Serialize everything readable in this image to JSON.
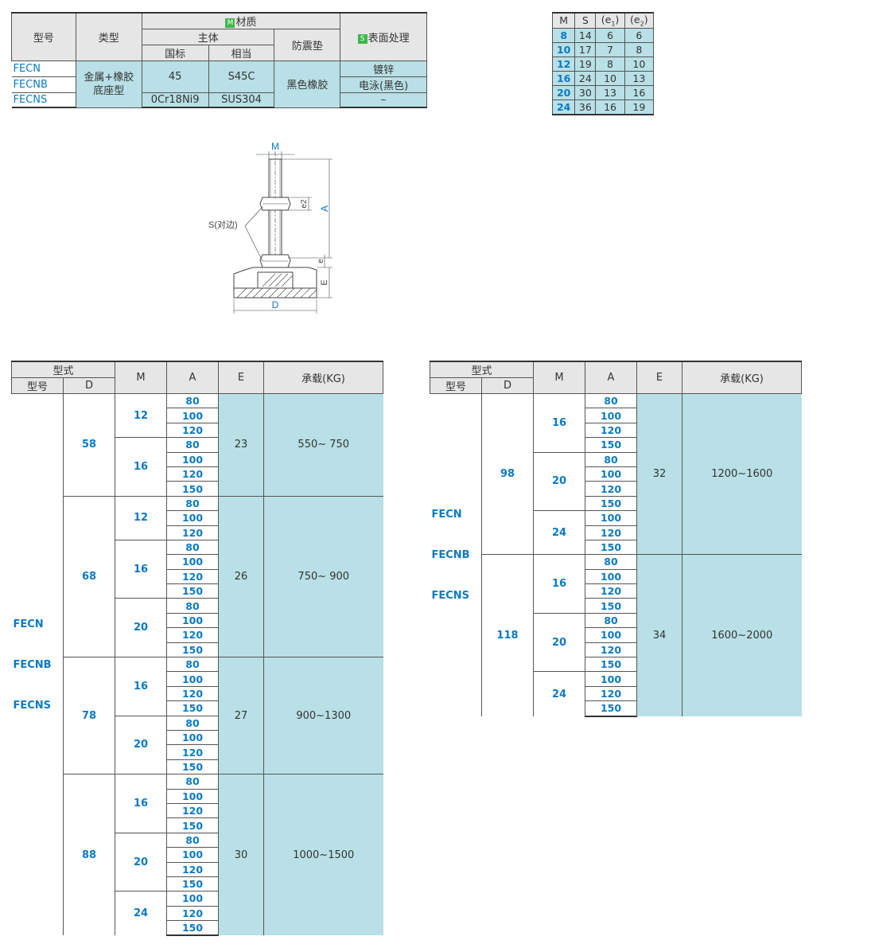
{
  "material_table": {
    "headers": {
      "model": "型号",
      "type": "类型",
      "material": "材质",
      "material_badge": "M",
      "main_body": "主体",
      "national_std": "国标",
      "equivalent": "相当",
      "pad": "防震垫",
      "surface_badge": "S",
      "surface": "表面处理"
    },
    "rows": [
      {
        "model": "FECN",
        "national": "45",
        "equivalent": "S45C",
        "surface": "镀锌"
      },
      {
        "model": "FECNB",
        "surface": "电泳(黑色)"
      },
      {
        "model": "FECNS",
        "national": "0Cr18Ni9",
        "equivalent": "SUS304",
        "surface": "–"
      }
    ],
    "type_line1": "金属+橡胶",
    "type_line2": "底座型",
    "pad_value": "黑色橡胶"
  },
  "ms_table": {
    "headers": [
      "M",
      "S",
      "(e1)",
      "(e2)"
    ],
    "rows": [
      [
        "8",
        "14",
        "6",
        "6"
      ],
      [
        "10",
        "17",
        "7",
        "8"
      ],
      [
        "12",
        "19",
        "8",
        "10"
      ],
      [
        "16",
        "24",
        "10",
        "13"
      ],
      [
        "20",
        "30",
        "13",
        "16"
      ],
      [
        "24",
        "36",
        "16",
        "19"
      ]
    ]
  },
  "drawing_labels": {
    "M": "M",
    "A": "A",
    "e2": "e2",
    "e": "e",
    "E": "E",
    "D": "D",
    "S": "S(对边)"
  },
  "spec_headers": {
    "type": "型式",
    "model": "型号",
    "D": "D",
    "M": "M",
    "A": "A",
    "E": "E",
    "load": "承载(KG)"
  },
  "spec_models": [
    "FECN",
    "FECNB",
    "FECNS"
  ],
  "spec_table_1": [
    {
      "D": "58",
      "E": "23",
      "load": "550~ 750",
      "groups": [
        {
          "M": "12",
          "A": [
            "80",
            "100",
            "120"
          ]
        },
        {
          "M": "16",
          "A": [
            "80",
            "100",
            "120",
            "150"
          ]
        }
      ]
    },
    {
      "D": "68",
      "E": "26",
      "load": "750~ 900",
      "groups": [
        {
          "M": "12",
          "A": [
            "80",
            "100",
            "120"
          ]
        },
        {
          "M": "16",
          "A": [
            "80",
            "100",
            "120",
            "150"
          ]
        },
        {
          "M": "20",
          "A": [
            "80",
            "100",
            "120",
            "150"
          ]
        }
      ]
    },
    {
      "D": "78",
      "E": "27",
      "load": "900~1300",
      "groups": [
        {
          "M": "16",
          "A": [
            "80",
            "100",
            "120",
            "150"
          ]
        },
        {
          "M": "20",
          "A": [
            "80",
            "100",
            "120",
            "150"
          ]
        }
      ]
    },
    {
      "D": "88",
      "E": "30",
      "load": "1000~1500",
      "groups": [
        {
          "M": "16",
          "A": [
            "80",
            "100",
            "120",
            "150"
          ]
        },
        {
          "M": "20",
          "A": [
            "80",
            "100",
            "120",
            "150"
          ]
        },
        {
          "M": "24",
          "A": [
            "100",
            "120",
            "150"
          ]
        }
      ]
    }
  ],
  "spec_table_2": [
    {
      "D": "98",
      "E": "32",
      "load": "1200~1600",
      "groups": [
        {
          "M": "16",
          "A": [
            "80",
            "100",
            "120",
            "150"
          ]
        },
        {
          "M": "20",
          "A": [
            "80",
            "100",
            "120",
            "150"
          ]
        },
        {
          "M": "24",
          "A": [
            "100",
            "120",
            "150"
          ]
        }
      ]
    },
    {
      "D": "118",
      "E": "34",
      "load": "1600~2000",
      "groups": [
        {
          "M": "16",
          "A": [
            "80",
            "100",
            "120",
            "150"
          ]
        },
        {
          "M": "20",
          "A": [
            "80",
            "100",
            "120",
            "150"
          ]
        },
        {
          "M": "24",
          "A": [
            "100",
            "120",
            "150"
          ]
        }
      ]
    }
  ]
}
